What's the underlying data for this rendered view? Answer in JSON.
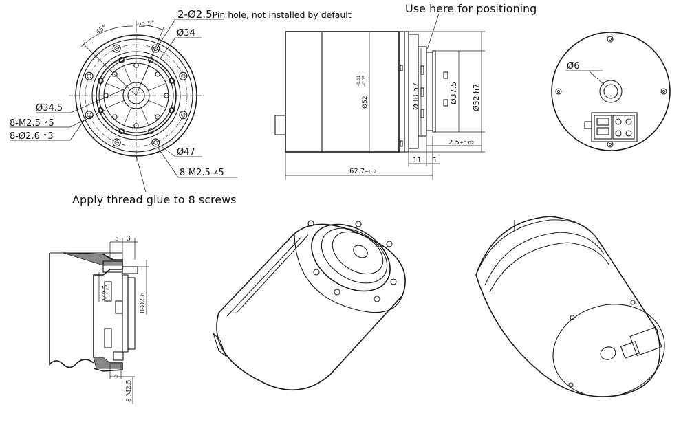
{
  "annotations": {
    "pin_hole": "2-Ø2.5",
    "pin_hole_note": "Pin hole, not installed by default",
    "positioning": "Use here for positioning",
    "thread_glue": "Apply thread glue to 8 screws"
  },
  "front_view": {
    "angle_45": "45°",
    "angle_22_5": "22.5°",
    "d34": "Ø34",
    "d34_5": "Ø34.5",
    "m25_v5_left": "8-M2.5",
    "m25_v5_left_depth": "5",
    "d26_v3": "8-Ø2.6",
    "d26_v3_depth": "3",
    "d47": "Ø47",
    "m25_v5_bottom": "8-M2.5",
    "m25_v5_bottom_depth": "5"
  },
  "side_view": {
    "d52_tol": "Ø52",
    "tol_upper": "-0.01",
    "tol_lower": "-0.05",
    "d38_h7": "Ø38 h7",
    "d37_5": "Ø37.5",
    "d52_h7": "Ø52 h7",
    "dim_2_5": "2.5",
    "dim_2_5_tol": "±0.02",
    "dim_11": "11",
    "dim_5": "5",
    "dim_62_7": "62.7",
    "dim_62_7_tol": "±0.2"
  },
  "back_view": {
    "d6": "Ø6"
  },
  "section_view": {
    "dim_5": "5",
    "dim_3": "3",
    "m2_5": "M2.5",
    "d2_6": "8-Ø2.6",
    "dim_5b": "5",
    "m2_5_bottom": "8-M2.5"
  }
}
